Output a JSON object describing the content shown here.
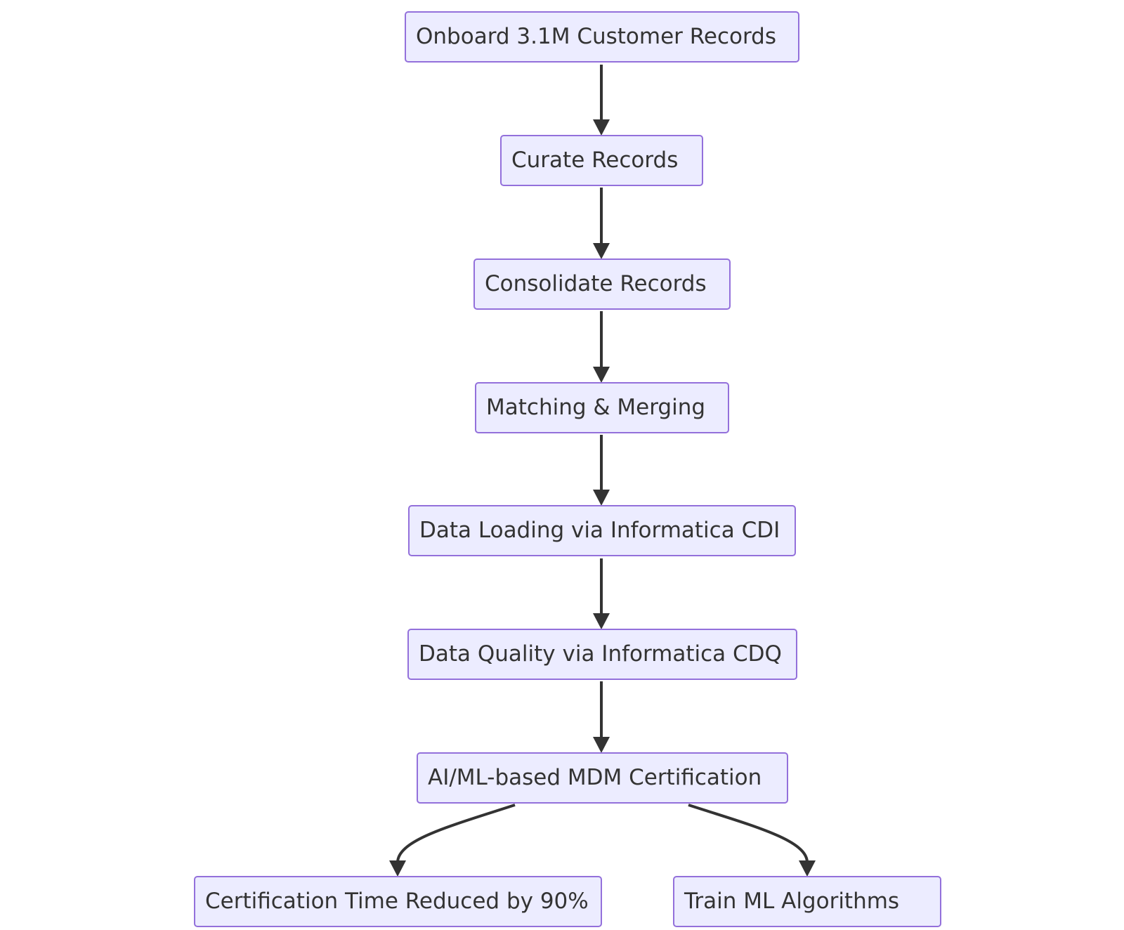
{
  "flowchart": {
    "nodes": [
      {
        "id": "onboard",
        "label": "Onboard 3.1M Customer Records"
      },
      {
        "id": "curate",
        "label": "Curate Records"
      },
      {
        "id": "consolidate",
        "label": "Consolidate Records"
      },
      {
        "id": "match",
        "label": "Matching & Merging"
      },
      {
        "id": "cdi",
        "label": "Data Loading via Informatica CDI"
      },
      {
        "id": "cdq",
        "label": "Data Quality via Informatica CDQ"
      },
      {
        "id": "cert",
        "label": "AI/ML-based MDM Certification"
      },
      {
        "id": "reduced",
        "label": "Certification Time Reduced by 90%"
      },
      {
        "id": "train",
        "label": "Train ML Algorithms"
      }
    ],
    "edges": [
      {
        "from": "onboard",
        "to": "curate"
      },
      {
        "from": "curate",
        "to": "consolidate"
      },
      {
        "from": "consolidate",
        "to": "match"
      },
      {
        "from": "match",
        "to": "cdi"
      },
      {
        "from": "cdi",
        "to": "cdq"
      },
      {
        "from": "cdq",
        "to": "cert"
      },
      {
        "from": "cert",
        "to": "reduced"
      },
      {
        "from": "cert",
        "to": "train"
      }
    ],
    "colors": {
      "node_fill": "#ececff",
      "node_border": "#9370db",
      "text": "#333333",
      "edge": "#333333"
    }
  }
}
